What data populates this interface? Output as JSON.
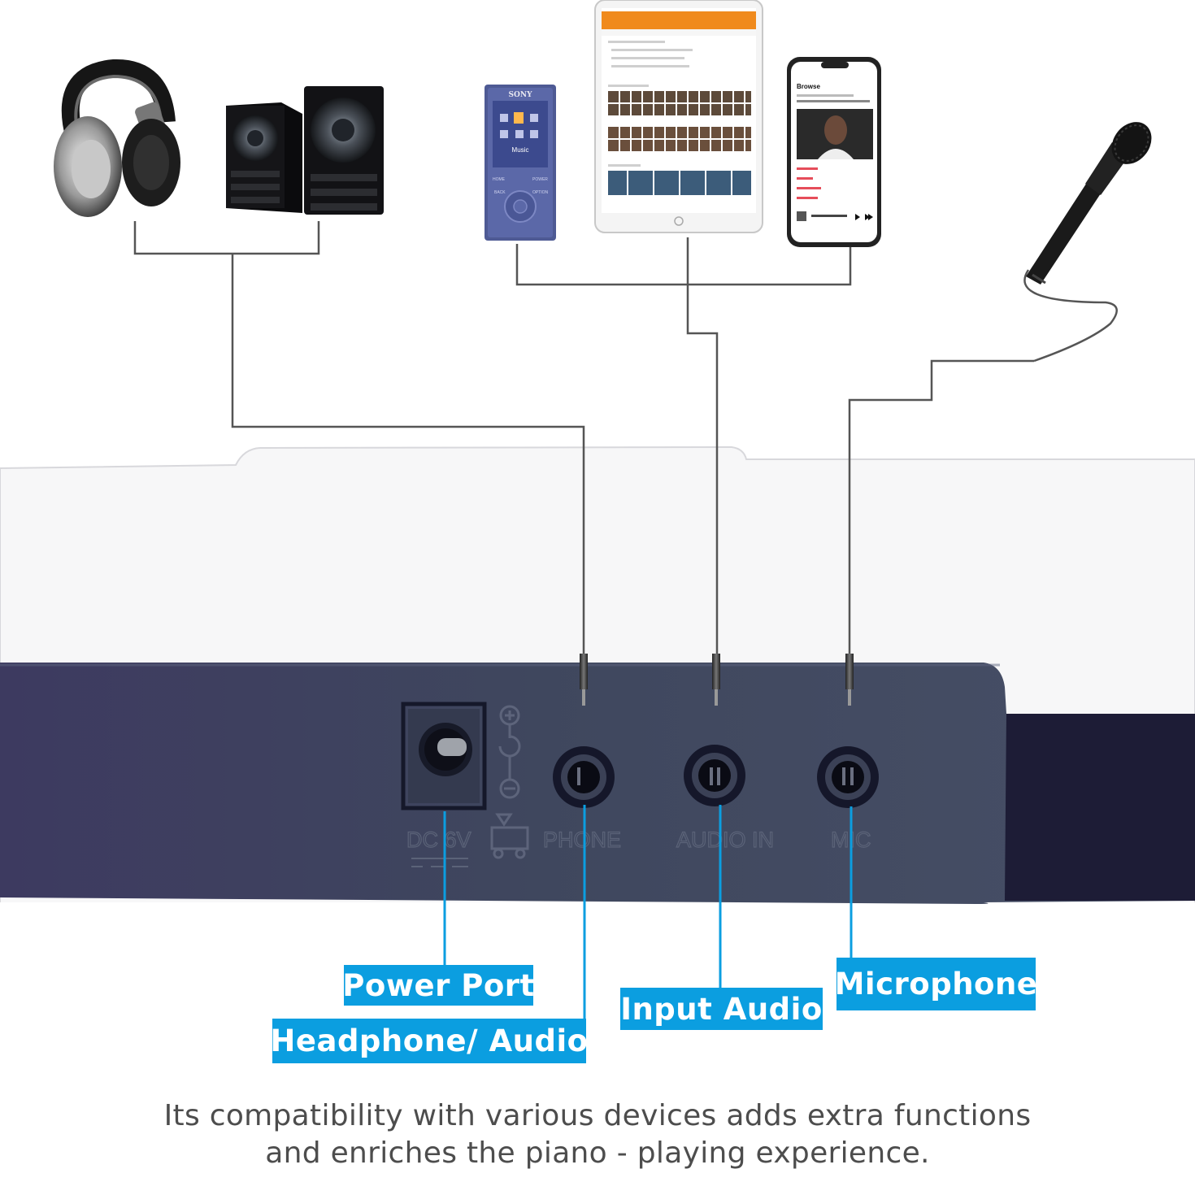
{
  "devices": {
    "player": {
      "brand": "SONY",
      "screen_title": "Music",
      "buttons": [
        "HOME",
        "POWER",
        "BACK",
        "OPTION"
      ]
    },
    "phone": {
      "title": "Browse"
    }
  },
  "panel_ports": {
    "dc": "DC 6V",
    "phone": "PHONE",
    "audio_in": "AUDIO IN",
    "mic": "MIC"
  },
  "callouts": {
    "power": "Power Port",
    "headphone": "Headphone/ Audio",
    "input": "Input Audio",
    "microphone": "Microphone"
  },
  "caption": {
    "line1": "Its compatibility with various devices adds extra functions",
    "line2": "and enriches the piano - playing experience."
  },
  "colors": {
    "callout_bg": "#0b9ee0",
    "callout_text": "#ffffff",
    "panel": "#3a4159",
    "panel_dark": "#1e2134",
    "line": "#555555",
    "caption": "#4d4d4d"
  }
}
